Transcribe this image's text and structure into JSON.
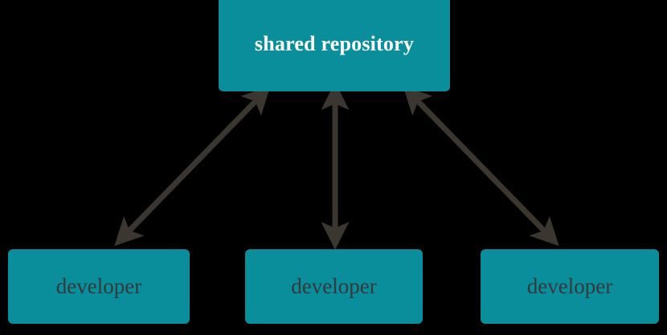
{
  "diagram": {
    "title_node": {
      "label": "shared repository",
      "text_color": "#ffffff",
      "fill_color": "#0a8e9c"
    },
    "nodes": [
      {
        "id": "developer-left",
        "label": "developer",
        "text_color": "#333a3a",
        "fill_color": "#0a8e9c"
      },
      {
        "id": "developer-center",
        "label": "developer",
        "text_color": "#333a3a",
        "fill_color": "#0a8e9c"
      },
      {
        "id": "developer-right",
        "label": "developer",
        "text_color": "#333a3a",
        "fill_color": "#0a8e9c"
      }
    ],
    "connectors": [
      {
        "id": "connector-left",
        "from": "developer-left",
        "to": "shared-repository",
        "style": "double-arrow",
        "color": "#3c3630"
      },
      {
        "id": "connector-center",
        "from": "developer-center",
        "to": "shared-repository",
        "style": "double-arrow",
        "color": "#3c3630"
      },
      {
        "id": "connector-right",
        "from": "developer-right",
        "to": "shared-repository",
        "style": "double-arrow",
        "color": "#3c3630"
      }
    ],
    "background_color": "#000000"
  }
}
